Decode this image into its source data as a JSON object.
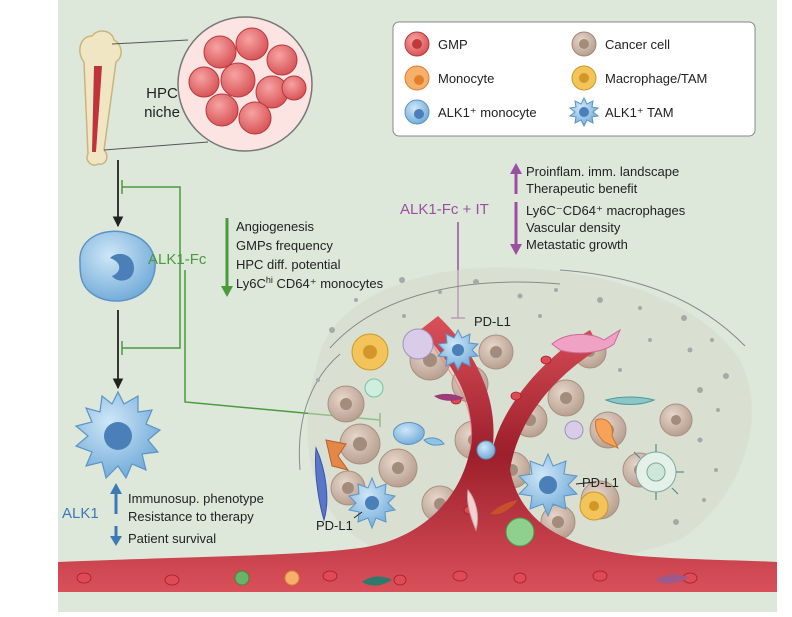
{
  "legend": {
    "items": [
      {
        "label": "GMP",
        "icon": "gmp-cell-icon"
      },
      {
        "label": "Cancer cell",
        "icon": "cancer-cell-icon"
      },
      {
        "label": "Monocyte",
        "icon": "monocyte-icon"
      },
      {
        "label": "Macrophage/TAM",
        "icon": "macrophage-icon"
      },
      {
        "label": "ALK1⁺ monocyte",
        "icon": "alk1-monocyte-icon"
      },
      {
        "label": "ALK1⁺ TAM",
        "icon": "alk1-tam-icon"
      }
    ]
  },
  "niche": {
    "line1": "HPC",
    "line2": "niche"
  },
  "alk1fc": {
    "label": "ALK1-Fc",
    "effects": [
      "Angiogenesis",
      "GMPs frequency",
      "HPC diff. potential",
      "Ly6C",
      "hi",
      " CD64⁺ monocytes"
    ]
  },
  "combo": {
    "label": "ALK1-Fc + IT",
    "up": [
      "Proinflam. imm. landscape",
      "Therapeutic benefit"
    ],
    "down": [
      "Ly6C⁻CD64⁺ macrophages",
      "Vascular density",
      "Metastatic growth"
    ]
  },
  "alk1": {
    "label": "ALK1",
    "up": [
      "Immunosup. phenotype",
      "Resistance to therapy"
    ],
    "down": [
      "Patient survival"
    ]
  },
  "pdl1": "PD-L1",
  "colors": {
    "background": "#dde8da",
    "green": "#4a9a3c",
    "purple": "#9a4fa0",
    "blue": "#3d79b5",
    "vessel": "#b02a34",
    "gmp": "#e46a6a",
    "alk1_cell": "#8fc3e8"
  }
}
